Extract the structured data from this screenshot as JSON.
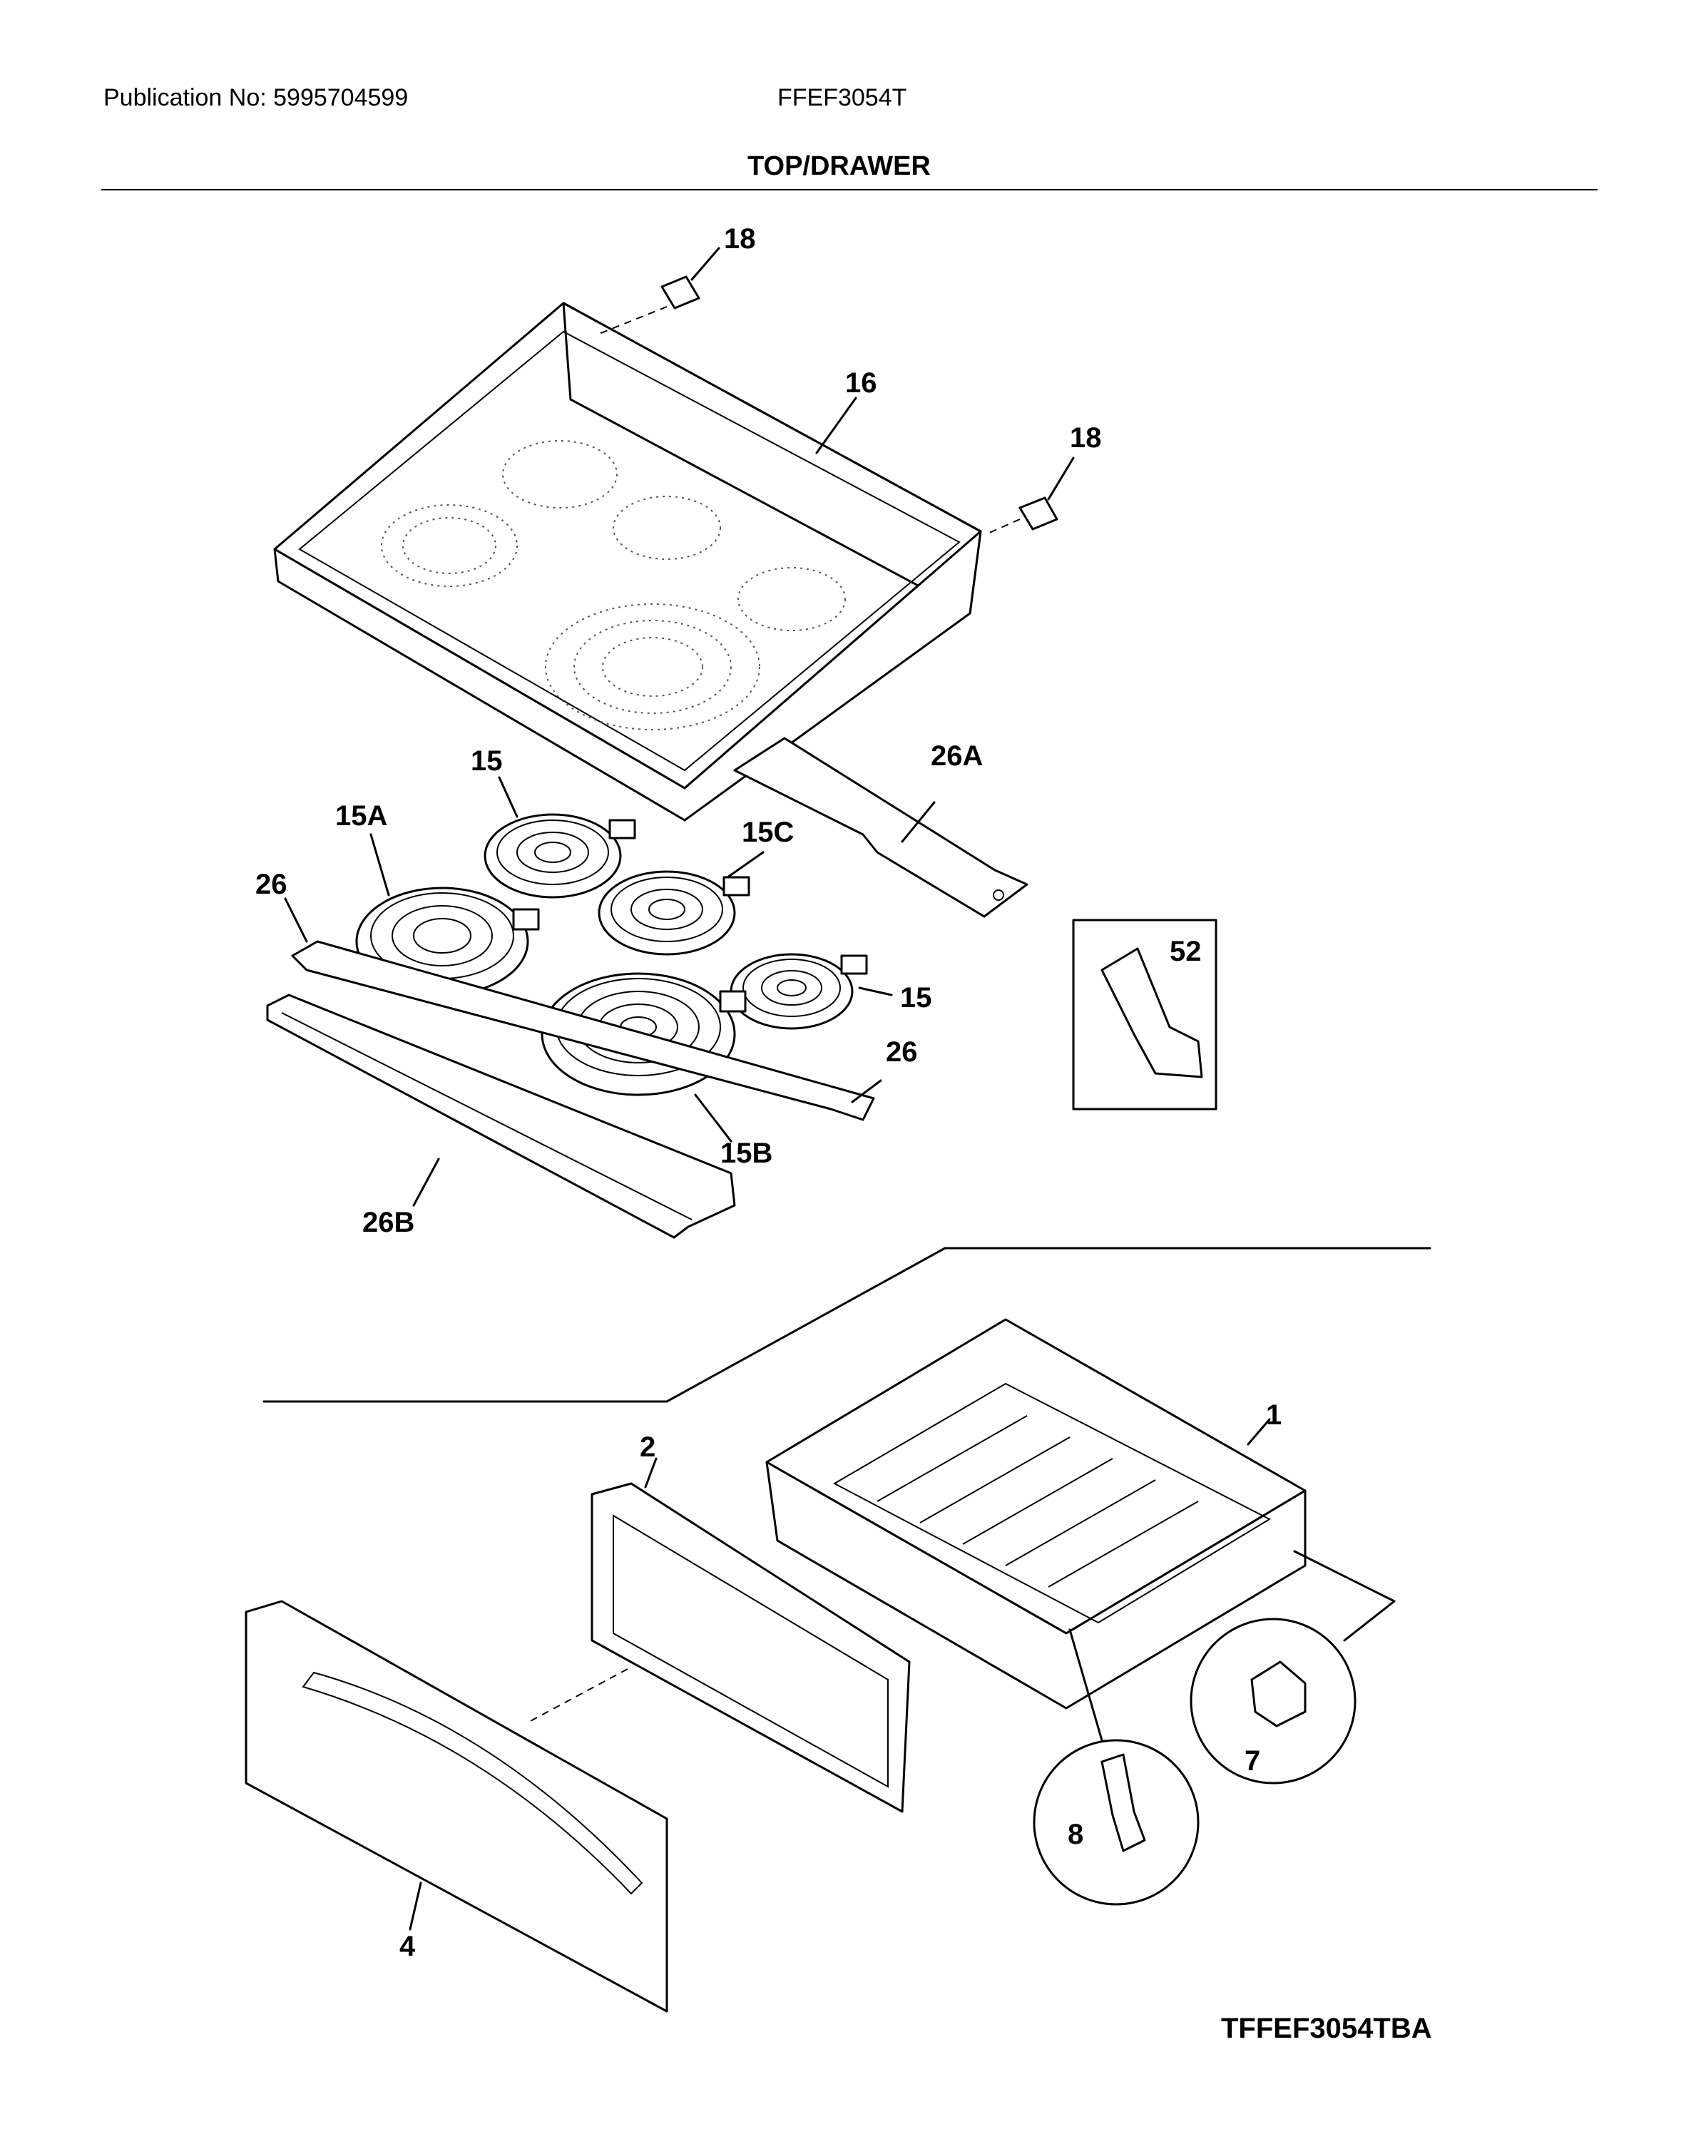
{
  "header": {
    "publication": "Publication No: 5995704599",
    "model": "FFEF3054T",
    "section_title": "TOP/DRAWER"
  },
  "figure_code": "TFFEF3054TBA",
  "callouts": {
    "c18a": "18",
    "c16": "16",
    "c18b": "18",
    "c15a_top": "15",
    "c26A": "26A",
    "c15A": "15A",
    "c15C": "15C",
    "c26_left": "26",
    "c52": "52",
    "c15_right": "15",
    "c26_right": "26",
    "c15B": "15B",
    "c26B": "26B",
    "c1": "1",
    "c2": "2",
    "c7": "7",
    "c8": "8",
    "c4": "4"
  }
}
